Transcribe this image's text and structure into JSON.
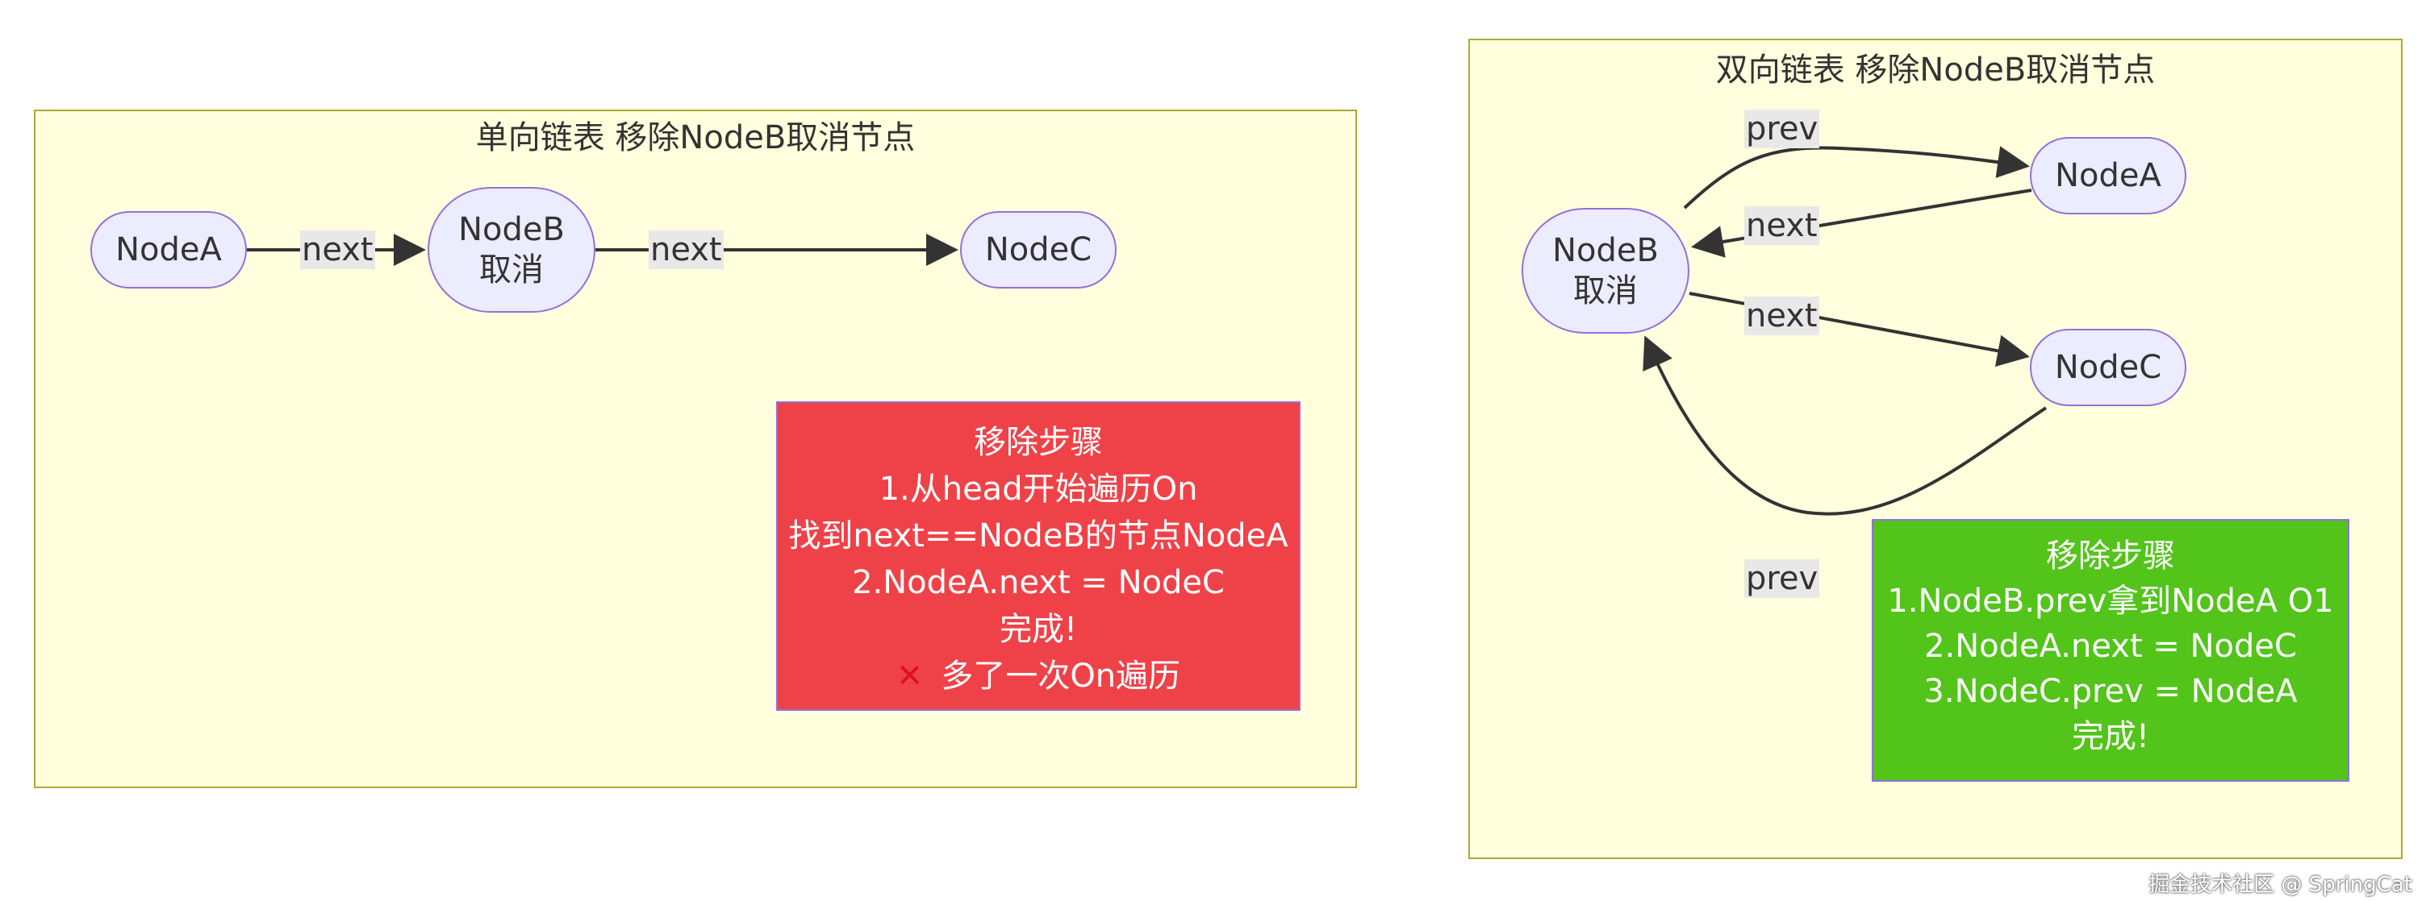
{
  "colors": {
    "cluster_fill": "#ffffde",
    "cluster_border": "#aaaa33",
    "node_fill": "#ececff",
    "node_border": "#9370db",
    "edge": "#333333",
    "note_red": "#ef4248",
    "note_green": "#52c41a",
    "cross_mark": "#e0101c"
  },
  "singly": {
    "title": "单向链表 移除NodeB取消节点",
    "nodes": {
      "a": "NodeA",
      "b_line1": "NodeB",
      "b_line2": "取消",
      "c": "NodeC"
    },
    "edges": {
      "a_to_b": "next",
      "b_to_c": "next"
    },
    "note": {
      "title": "移除步骤",
      "lines": [
        "1.从head开始遍历On",
        "找到next==NodeB的节点NodeA",
        "2.NodeA.next = NodeC",
        "完成!"
      ],
      "cross_icon": "cross-mark-icon",
      "cross_text": "多了一次On遍历"
    }
  },
  "doubly": {
    "title": "双向链表 移除NodeB取消节点",
    "nodes": {
      "a": "NodeA",
      "b_line1": "NodeB",
      "b_line2": "取消",
      "c": "NodeC"
    },
    "edges": {
      "b_to_a": "prev",
      "a_to_b": "next",
      "b_to_c": "next",
      "c_to_b": "prev"
    },
    "note": {
      "title": "移除步骤",
      "lines": [
        "1.NodeB.prev拿到NodeA O1",
        "2.NodeA.next = NodeC",
        "3.NodeC.prev = NodeA",
        "完成!"
      ]
    }
  },
  "watermark": "掘金技术社区 @ SpringCat"
}
